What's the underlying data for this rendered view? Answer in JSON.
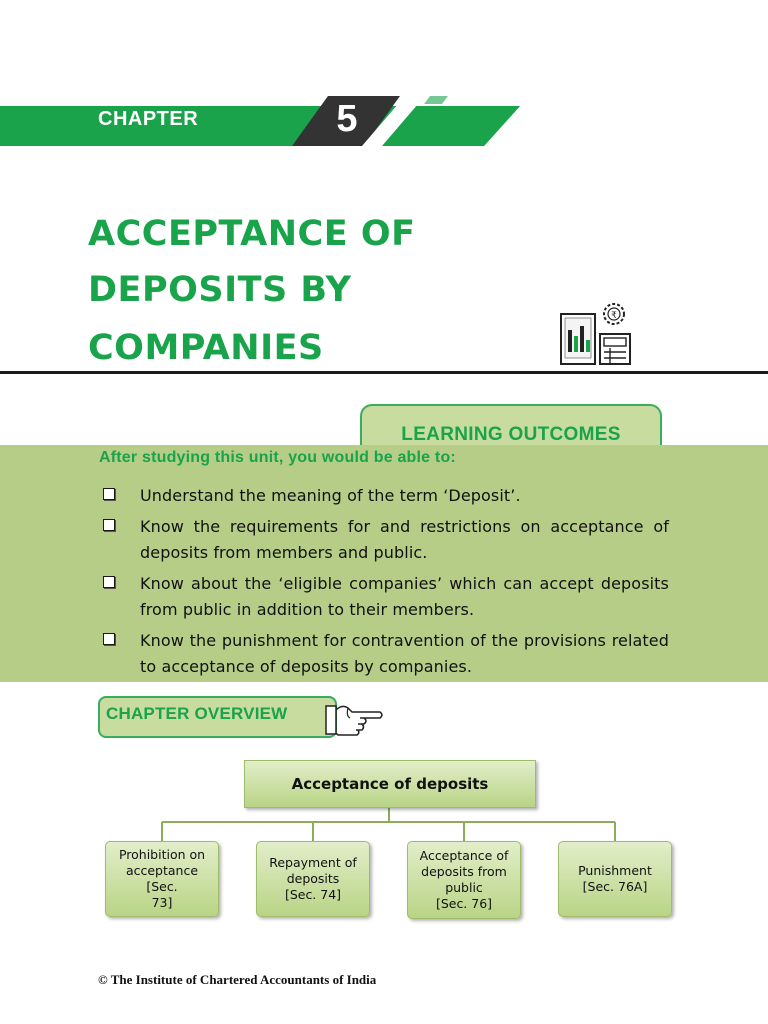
{
  "banner": {
    "chapter_label": "CHAPTER",
    "chapter_number": "5",
    "colors": {
      "green": "#1aa34a",
      "dark": "#333333"
    }
  },
  "title": {
    "lines": [
      "ACCEPTANCE OF",
      "DEPOSITS BY",
      "COMPANIES"
    ],
    "color": "#19a34a",
    "icon": "report-chart-rupee-gear-icon"
  },
  "learning_outcomes": {
    "heading": "LEARNING OUTCOMES",
    "intro": "After studying this unit, you would be able to:",
    "items": [
      "Understand the meaning of the term ‘Deposit’.",
      "Know the requirements for and restrictions on acceptance of deposits from members and public.",
      "Know about the ‘eligible companies’ which can accept deposits from public in addition to their members.",
      "Know the punishment for contravention of the provisions related to acceptance of deposits by companies."
    ],
    "bullet_icon": "checkbox-bullet-icon",
    "background": "#b6cd88"
  },
  "chapter_overview": {
    "label": "CHAPTER OVERVIEW",
    "icon": "pointing-hand-icon"
  },
  "diagram": {
    "root": "Acceptance of deposits",
    "children": [
      {
        "lines": [
          "Prohibition on",
          "acceptance [Sec.",
          "73]"
        ]
      },
      {
        "lines": [
          "Repayment of",
          "deposits",
          "[Sec. 74]"
        ]
      },
      {
        "lines": [
          "Acceptance of",
          "deposits from",
          "public",
          "[Sec. 76]"
        ]
      },
      {
        "lines": [
          "Punishment",
          "[Sec. 76A]"
        ]
      }
    ]
  },
  "footer": {
    "text": "© The Institute of Chartered Accountants of India"
  }
}
